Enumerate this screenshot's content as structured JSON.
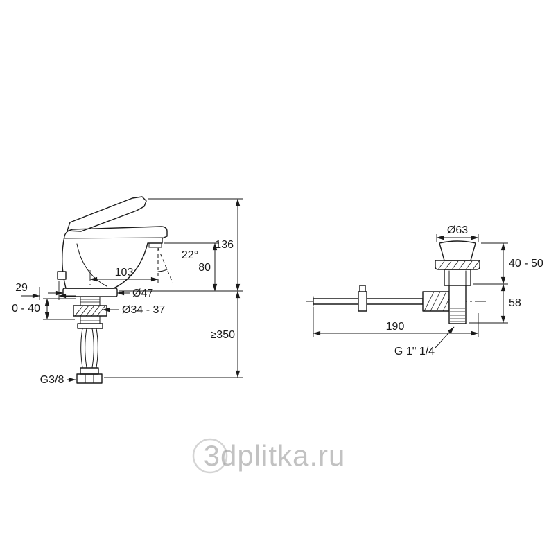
{
  "page": {
    "background": "#ffffff",
    "line_color": "#1a1a1a"
  },
  "watermark": {
    "text": "3dplitka.ru"
  },
  "faucet_view": {
    "dimensions": {
      "total_height": "136",
      "spout_height": "80",
      "spout_angle": "22°",
      "spout_reach": "103",
      "rod_offset": "29",
      "base_diameter": "Ø47",
      "deck_thickness": "0 - 40",
      "hole_diameter": "Ø34 - 37",
      "hose_length": "≥350",
      "supply_thread": "G3/8"
    }
  },
  "drain_view": {
    "dimensions": {
      "top_diameter": "Ø63",
      "upper_height": "40 - 50",
      "lower_height": "58",
      "rod_length": "190",
      "waste_thread": "G 1\" 1/4"
    }
  }
}
